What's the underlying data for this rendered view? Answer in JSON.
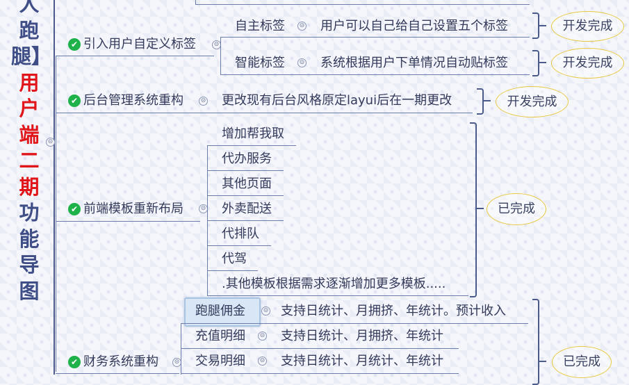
{
  "title": {
    "part1": "人跑腿】",
    "part2": "用户端二期",
    "part3": "功能导图",
    "part1_color": "#3f4e86",
    "part2_color": "#e0161b",
    "part3_color": "#3f4e86"
  },
  "topics": {
    "custom_tags": {
      "label": "引入用户自定义标签",
      "children": [
        {
          "label": "自主标签",
          "detail": "用户可以自己给自己设置五个标签",
          "status": "开发完成"
        },
        {
          "label": "智能标签",
          "detail": "系统根据用户下单情况自动贴标签",
          "status": "开发完成"
        }
      ]
    },
    "backend": {
      "label": "后台管理系统重构",
      "detail": "更改现有后台风格原定layui后在一期更改",
      "status": "开发完成"
    },
    "frontend": {
      "label": "前端模板重新布局",
      "items": [
        "增加帮我取",
        "代办服务",
        "其他页面",
        "外卖配送",
        "代排队",
        "代驾",
        ".其他模板根据需求逐渐增加更多模板....."
      ],
      "status": "已完成"
    },
    "finance": {
      "label": "财务系统重构",
      "items": [
        {
          "label": "跑腿佣金",
          "detail": "支持日统计、月拥挤、年统计。预计收入"
        },
        {
          "label": "充值明细",
          "detail": "支持日统计、月拥挤、年统计"
        },
        {
          "label": "交易明细",
          "detail": "支持日统计、月统计、年统计"
        }
      ],
      "status": "已完成"
    }
  },
  "collapse_symbol": "⊝",
  "check_symbol": "✔",
  "colors": {
    "check": "#20b24a",
    "status_border": "#e8c840",
    "line": "#4a5a8a"
  }
}
